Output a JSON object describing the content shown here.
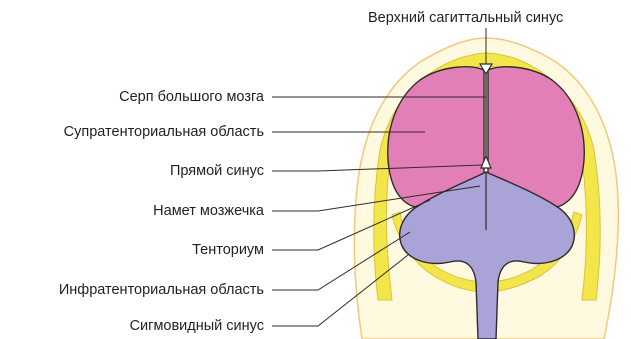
{
  "labels": {
    "sup_sagittal_sinus": "Верхний сагиттальный синус",
    "falx_cerebri": "Серп большого мозга",
    "supratentorial": "Супратенториальная область",
    "straight_sinus": "Прямой синус",
    "tentorium_cerebelli": "Намет мозжечка",
    "tentorium": "Тенториум",
    "infratentorial": "Инфратенториальная область",
    "sigmoid_sinus": "Сигмовидный синус"
  },
  "colors": {
    "skull_fill": "#fff9e0",
    "skull_outline": "#f3c87a",
    "dura": "#f3e64a",
    "cerebrum": "#e27fb7",
    "cerebellum": "#a9a3d8",
    "outline": "#2f2a2c",
    "text": "#231f20"
  }
}
